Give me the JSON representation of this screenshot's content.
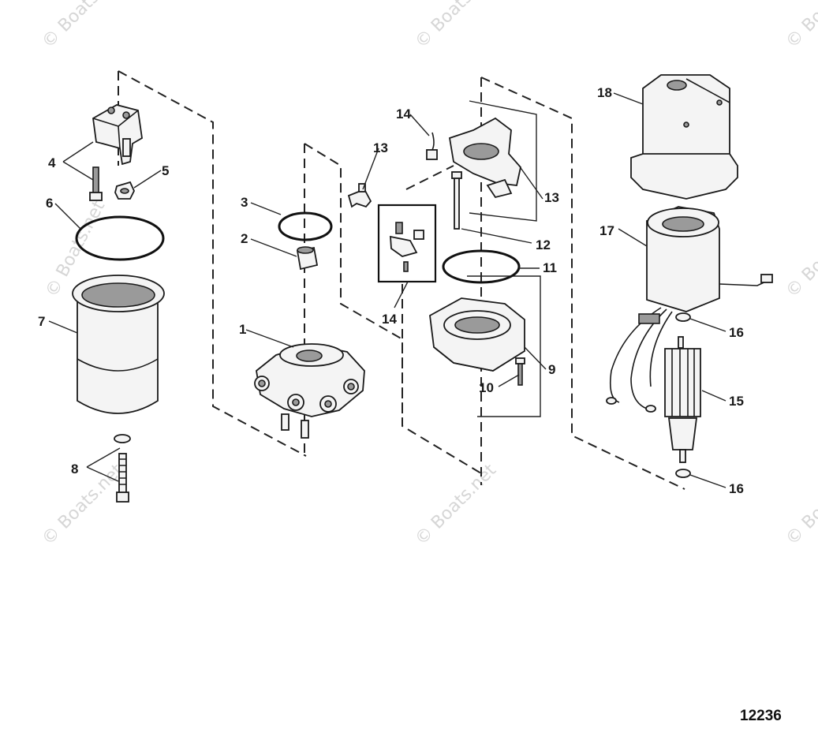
{
  "watermark": "© Boats.net",
  "figure_number": "12236",
  "callouts": {
    "c1": "1",
    "c2": "2",
    "c3": "3",
    "c4": "4",
    "c5": "5",
    "c6": "6",
    "c7": "7",
    "c8": "8",
    "c9": "9",
    "c10": "10",
    "c11": "11",
    "c12": "12",
    "c13a": "13",
    "c13b": "13",
    "c14a": "14",
    "c14b": "14",
    "c15": "15",
    "c16a": "16",
    "c16b": "16",
    "c17": "17",
    "c18": "18"
  }
}
